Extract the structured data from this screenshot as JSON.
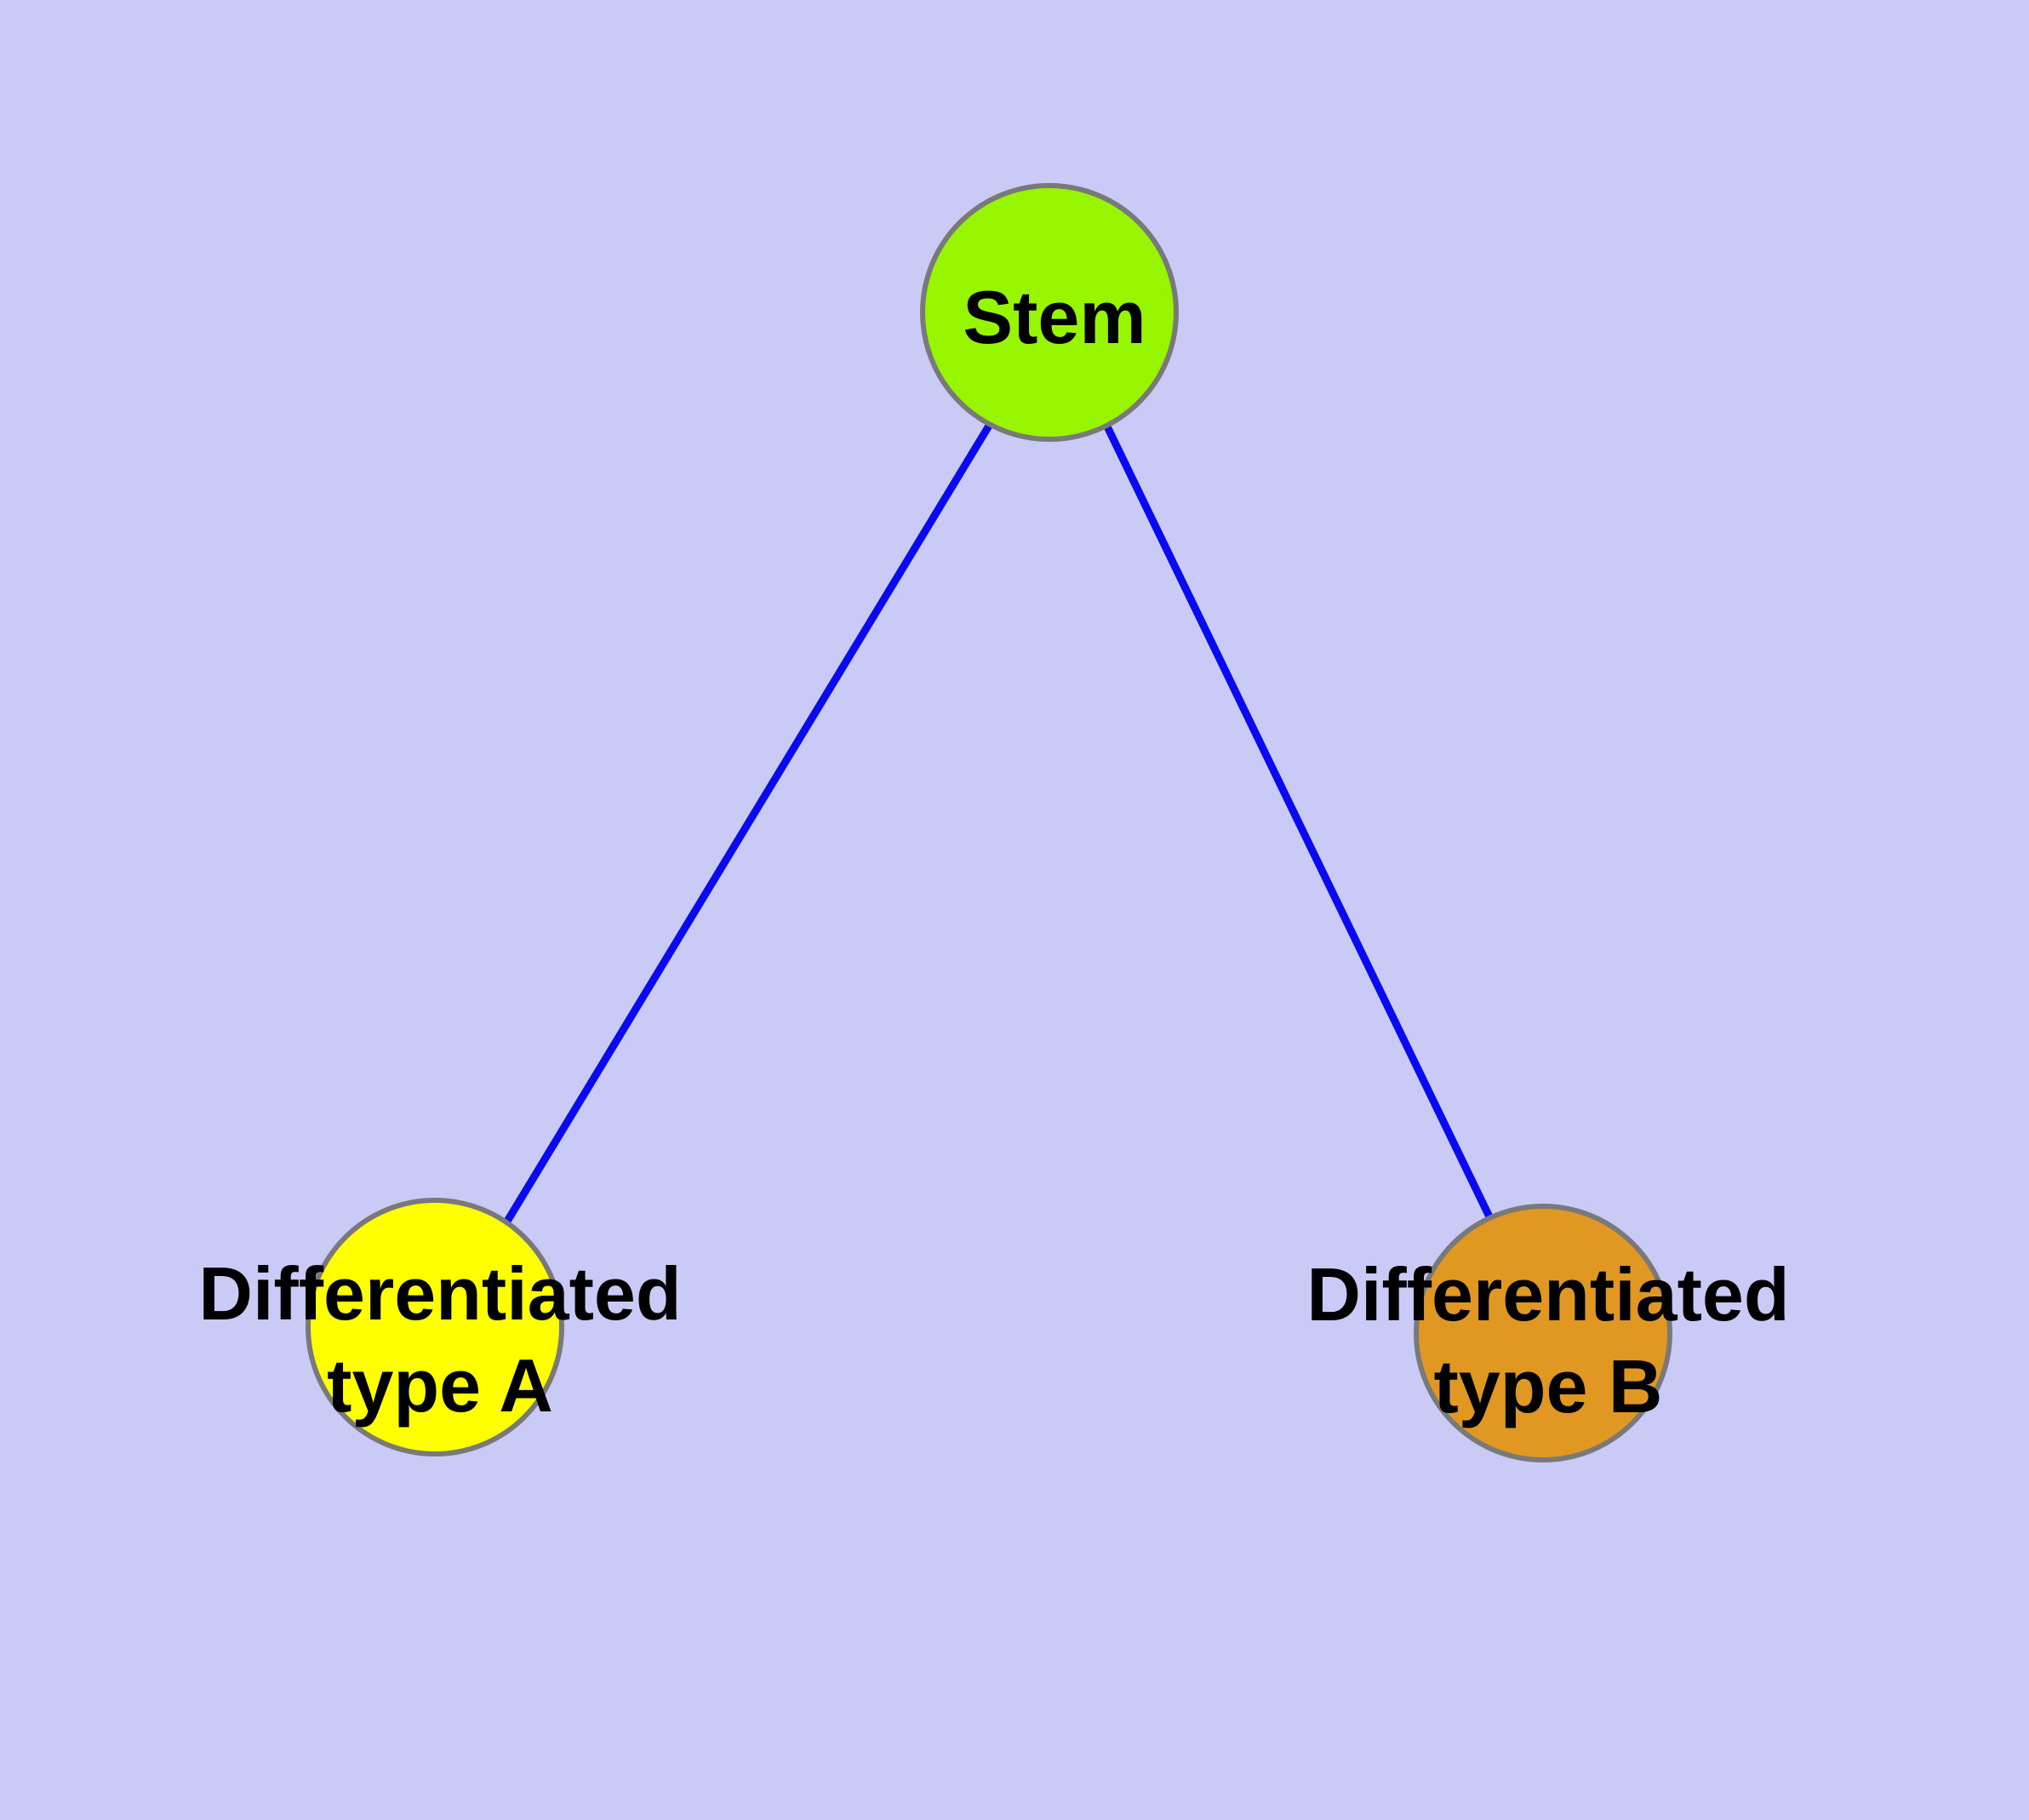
{
  "diagram": {
    "background_color": "#CACAF6",
    "edge_color": "#0A0AF0",
    "node_border_color": "#797979",
    "text_color": "#000000",
    "nodes": [
      {
        "id": "stem",
        "lines": [
          "Stem"
        ],
        "fill_color": "#98F500"
      },
      {
        "id": "type-a",
        "lines": [
          "Differentiated",
          "type A"
        ],
        "fill_color": "#FFFF00"
      },
      {
        "id": "type-b",
        "lines": [
          "Differentiated",
          "type B"
        ],
        "fill_color": "#E09822"
      }
    ],
    "edges": [
      {
        "from": "stem",
        "to": "type-a"
      },
      {
        "from": "stem",
        "to": "type-b"
      }
    ]
  }
}
